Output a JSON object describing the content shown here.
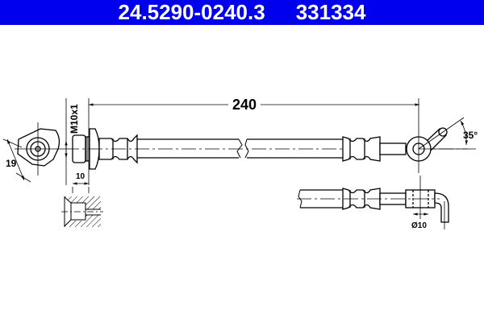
{
  "header": {
    "part_number": "24.5290-0240.3",
    "reference_number": "331334",
    "background_color": "#0000ee",
    "text_color": "#ffffff"
  },
  "drawing": {
    "length_dimension": "240",
    "thread_label": "M10x1",
    "wrench_size": "19",
    "thread_length": "10",
    "banjo_angle": "35°",
    "bore_diameter": "Ø10"
  }
}
